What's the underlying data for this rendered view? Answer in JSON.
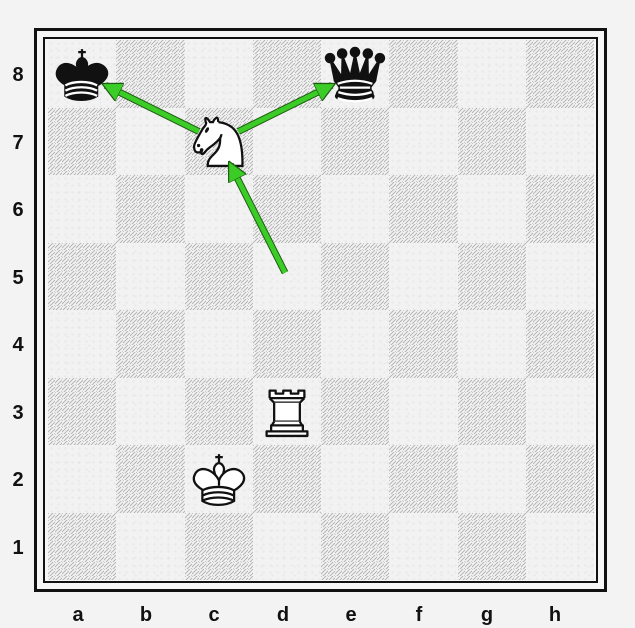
{
  "board": {
    "ranks": [
      "8",
      "7",
      "6",
      "5",
      "4",
      "3",
      "2",
      "1"
    ],
    "files": [
      "a",
      "b",
      "c",
      "d",
      "e",
      "f",
      "g",
      "h"
    ]
  },
  "pieces": [
    {
      "square": "a8",
      "color": "black",
      "type": "king",
      "icon": "black-king-icon"
    },
    {
      "square": "e8",
      "color": "black",
      "type": "queen",
      "icon": "black-queen-icon"
    },
    {
      "square": "c7",
      "color": "white",
      "type": "knight",
      "icon": "white-knight-icon"
    },
    {
      "square": "d3",
      "color": "white",
      "type": "rook",
      "icon": "white-rook-icon"
    },
    {
      "square": "c2",
      "color": "white",
      "type": "king",
      "icon": "white-king-icon"
    }
  ],
  "arrows": [
    {
      "from": "d5",
      "to": "c7",
      "color": "#3ccc28"
    },
    {
      "from": "c7",
      "to": "a8",
      "color": "#3ccc28"
    },
    {
      "from": "c7",
      "to": "e8",
      "color": "#3ccc28"
    }
  ],
  "colors": {
    "light_square": "#f2f2f2",
    "dark_hatch": "#b8b8b8",
    "frame": "#111111",
    "arrow": "#3ccc28"
  }
}
